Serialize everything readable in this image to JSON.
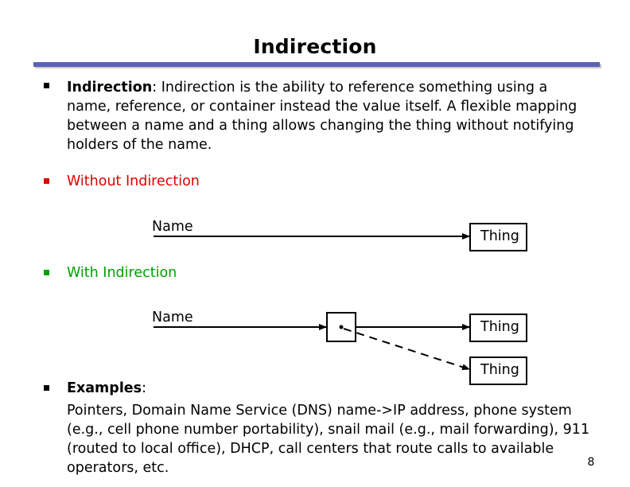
{
  "slide": {
    "title": "Indirection",
    "page_number": "8"
  },
  "bullets": {
    "definition": {
      "term": "Indirection",
      "colon": ":",
      "text": " Indirection is the ability to reference something using a name, reference, or container instead the value itself.  A flexible mapping between a name and a thing allows changing the thing without notifying holders of the name."
    },
    "without": {
      "label": "Without Indirection",
      "color": "#e00000"
    },
    "with": {
      "label": "With Indirection",
      "color": "#00a000"
    },
    "examples": {
      "term": "Examples",
      "colon": ":",
      "text": "Pointers, Domain Name Service (DNS) name->IP address, phone system (e.g., cell phone number portability), snail mail (e.g., mail forwarding), 911 (routed to local office), DHCP, call centers that route calls to available operators, etc."
    }
  },
  "diagram_without": {
    "name_label": "Name",
    "thing_label": "Thing"
  },
  "diagram_with": {
    "name_label": "Name",
    "thing_label_1": "Thing",
    "thing_label_2": "Thing"
  },
  "colors": {
    "title_bar": "#5a62b8",
    "bullet_black": "#000000",
    "bullet_red": "#e00000",
    "bullet_green": "#00a000"
  }
}
